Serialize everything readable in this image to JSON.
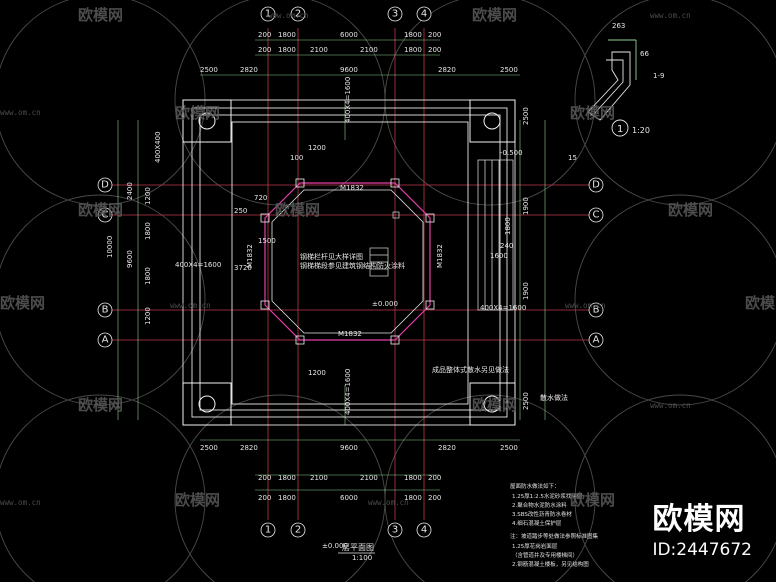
{
  "axes_columns": [
    "1",
    "2",
    "3",
    "4"
  ],
  "axes_rows": [
    "D",
    "C",
    "B",
    "A"
  ],
  "dims": {
    "top1": [
      "200",
      "1800",
      "6000",
      "1800",
      "200"
    ],
    "top2": [
      "200",
      "1800",
      "2100",
      "2100",
      "1800",
      "200"
    ],
    "top3": [
      "2500",
      "2820",
      "9600",
      "2820",
      "2500"
    ],
    "bot1": [
      "2500",
      "2820",
      "9600",
      "2820",
      "2500"
    ],
    "bot2": [
      "200",
      "1800",
      "2100",
      "2100",
      "1800",
      "200"
    ],
    "bot3": [
      "200",
      "1800",
      "6000",
      "1800",
      "200"
    ],
    "left_outer": [
      "10000",
      "2400",
      "9600"
    ],
    "left_inner": [
      "1200",
      "1800",
      "1800",
      "1200"
    ],
    "right_side": [
      "2500",
      "2500",
      "1800",
      "1900",
      "1900"
    ],
    "misc": [
      "1200",
      "100",
      "1500",
      "3720",
      "250",
      "720",
      "15",
      "1600",
      "240",
      "1200"
    ]
  },
  "labels": {
    "door_top": "M1832",
    "door_left": "M1832",
    "door_right": "M1832",
    "door_bottom": "M1832",
    "col_tl": "400X400",
    "col_left": "400X4=1600",
    "col_right": "400X4=1600",
    "col_bottom": "400X4=1600",
    "center_note1": "钢梯栏杆见大样详图",
    "center_note2": "钢梯梯段参见建筑钢结构防火涂料",
    "elev_center": "±0.000",
    "elev_right": "-0.500",
    "bottom_note": "成品整体式散水另见做法",
    "side_note": "散水做法",
    "title": "层平面图",
    "scale": "1:100",
    "elev_title": "±0.000",
    "detail_num": "1",
    "detail_scale": "1:20",
    "detail_dims": [
      "263",
      "66"
    ],
    "detail_tag": "1-9"
  },
  "notes": [
    "屋面防水做法如下：",
    "1.25厚1:2.5水泥砂浆找平层",
    "2.聚合物水泥防水涂料",
    "3.SBS改性沥青防水卷材",
    "4.细石混凝土保护层",
    "注：坡道踏步等处做法参照标准图集",
    "1.25厚花岗岩面层",
    "（含管道井及专用楼梯间）",
    "2.钢筋混凝土楼板，另见结构图"
  ],
  "watermark": {
    "brand": "欧模网",
    "url": "www.om.cn"
  },
  "brand": {
    "logo": "欧模网",
    "id": "ID:2447672"
  }
}
